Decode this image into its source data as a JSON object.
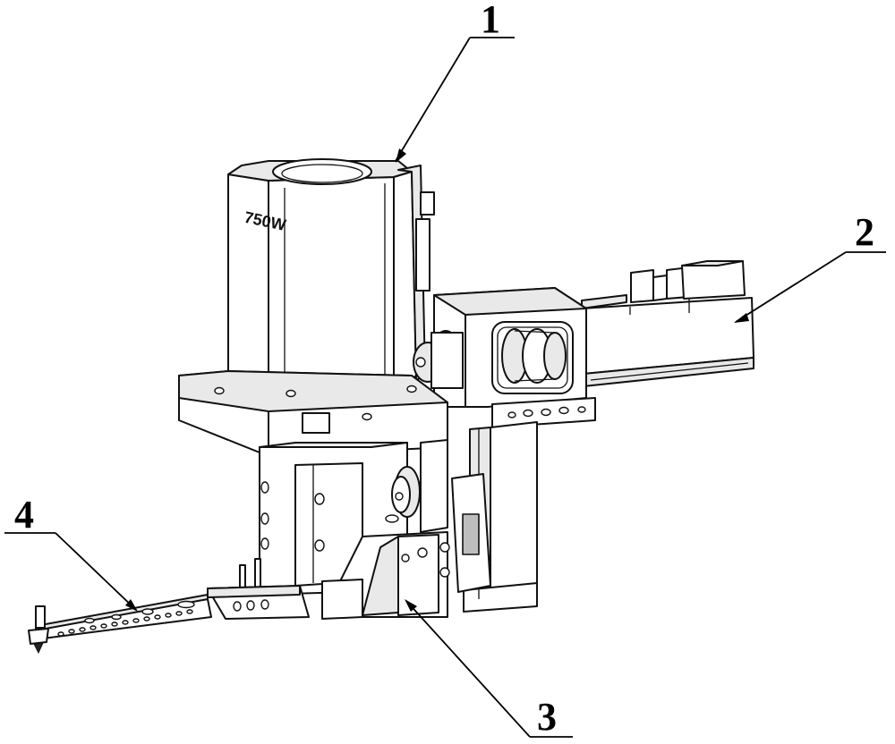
{
  "motor_plate_text": "750W",
  "callouts": [
    {
      "id": "1",
      "text": "1",
      "part": "servo-motor"
    },
    {
      "id": "2",
      "text": "2",
      "part": "linear-slide-module"
    },
    {
      "id": "3",
      "text": "3",
      "part": "mounting-bracket"
    },
    {
      "id": "4",
      "text": "4",
      "part": "probe-arm"
    }
  ],
  "colors": {
    "line": "#111111",
    "fill": "#ffffff",
    "shade": "#e9e9e9"
  }
}
